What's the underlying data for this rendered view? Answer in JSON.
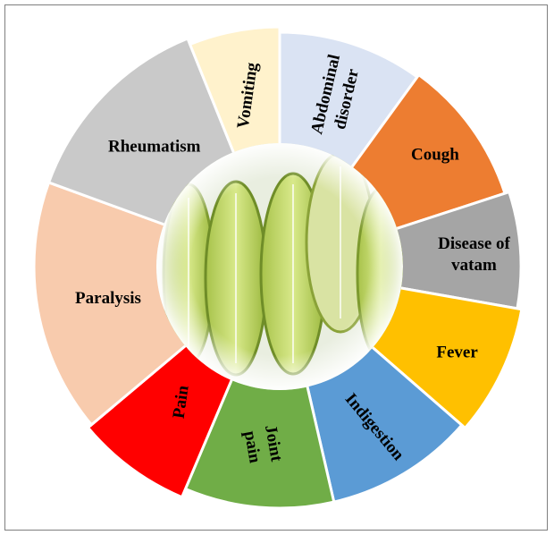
{
  "diagram": {
    "segments": [
      {
        "id": "abdominal-disorder",
        "lines": [
          "Abdominal",
          "disorder"
        ],
        "color": "#dae3f3"
      },
      {
        "id": "cough",
        "lines": [
          "Cough"
        ],
        "color": "#ed7d31"
      },
      {
        "id": "disease-of-vatam",
        "lines": [
          "Disease of",
          "vatam"
        ],
        "color": "#a5a5a5"
      },
      {
        "id": "fever",
        "lines": [
          "Fever"
        ],
        "color": "#ffc000"
      },
      {
        "id": "indigestion",
        "lines": [
          "Indigestion"
        ],
        "color": "#5b9bd5"
      },
      {
        "id": "joint-pain",
        "lines": [
          "Joint",
          "pain"
        ],
        "color": "#70ad47"
      },
      {
        "id": "pain",
        "lines": [
          "Pain"
        ],
        "color": "#ff0000"
      },
      {
        "id": "paralysis",
        "lines": [
          "Paralysis"
        ],
        "color": "#f8cbad"
      },
      {
        "id": "rheumatism",
        "lines": [
          "Rheumatism"
        ],
        "color": "#c9c9c9"
      },
      {
        "id": "vomiting",
        "lines": [
          "Vomiting"
        ],
        "color": "#fff2cc"
      }
    ],
    "center_image": "green-fruit-cross-section"
  }
}
